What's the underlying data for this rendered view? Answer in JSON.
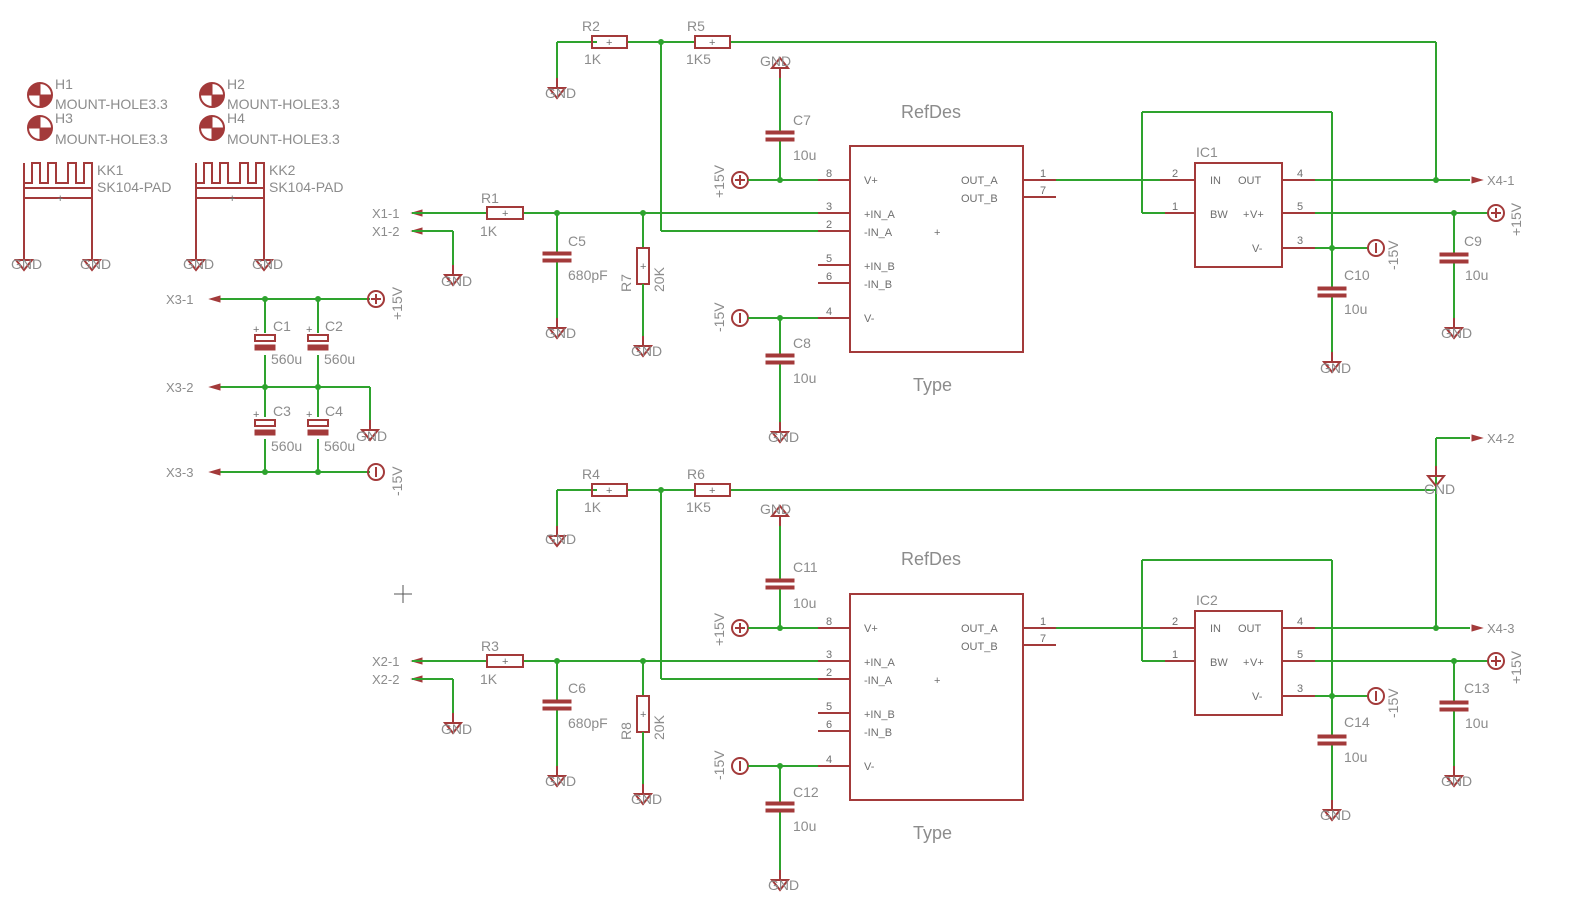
{
  "colors": {
    "wire": "#2ea32e",
    "symbol": "#a33a3a",
    "text": "#8c8c8c",
    "background": "#ffffff"
  },
  "labels": {
    "gnd": "GND",
    "p15": "+15V",
    "m15": "-15V",
    "refdes": "RefDes",
    "type": "Type"
  },
  "holes": [
    {
      "name": "H1",
      "value": "MOUNT-HOLE3.3"
    },
    {
      "name": "H2",
      "value": "MOUNT-HOLE3.3"
    },
    {
      "name": "H3",
      "value": "MOUNT-HOLE3.3"
    },
    {
      "name": "H4",
      "value": "MOUNT-HOLE3.3"
    }
  ],
  "heatsinks": [
    {
      "name": "KK1",
      "value": "SK104-PAD"
    },
    {
      "name": "KK2",
      "value": "SK104-PAD"
    }
  ],
  "supply": {
    "connectors": [
      "X3-1",
      "X3-2",
      "X3-3"
    ],
    "caps": [
      {
        "name": "C1",
        "value": "560u"
      },
      {
        "name": "C2",
        "value": "560u"
      },
      {
        "name": "C3",
        "value": "560u"
      },
      {
        "name": "C4",
        "value": "560u"
      }
    ]
  },
  "channels": [
    {
      "in_pos": "X1-1",
      "in_neg": "X1-2",
      "out_main": "X4-1",
      "out_extra": "",
      "r_in": {
        "name": "R1",
        "value": "1K"
      },
      "r_g1": {
        "name": "R2",
        "value": "1K"
      },
      "r_fb": {
        "name": "R5",
        "value": "1K5"
      },
      "r_pd": {
        "name": "R7",
        "value": "20K"
      },
      "c_in": {
        "name": "C5",
        "value": "680pF"
      },
      "c_vp": {
        "name": "C7",
        "value": "10u"
      },
      "c_vm": {
        "name": "C8",
        "value": "10u"
      },
      "c_op": {
        "name": "C9",
        "value": "10u"
      },
      "c_om": {
        "name": "C10",
        "value": "10u"
      },
      "ic": {
        "name": "IC1"
      }
    },
    {
      "in_pos": "X2-1",
      "in_neg": "X2-2",
      "out_main": "X4-3",
      "out_extra": "X4-2",
      "r_in": {
        "name": "R3",
        "value": "1K"
      },
      "r_g1": {
        "name": "R4",
        "value": "1K"
      },
      "r_fb": {
        "name": "R6",
        "value": "1K5"
      },
      "r_pd": {
        "name": "R8",
        "value": "20K"
      },
      "c_in": {
        "name": "C6",
        "value": "680pF"
      },
      "c_vp": {
        "name": "C11",
        "value": "10u"
      },
      "c_vm": {
        "name": "C12",
        "value": "10u"
      },
      "c_op": {
        "name": "C13",
        "value": "10u"
      },
      "c_om": {
        "name": "C14",
        "value": "10u"
      },
      "ic": {
        "name": "IC2"
      }
    }
  ],
  "opamp_pins": {
    "vplus": "V+",
    "in_a_p": "+IN_A",
    "in_a_m": "-IN_A",
    "in_b_p": "+IN_B",
    "in_b_m": "-IN_B",
    "vminus": "V-",
    "out_a": "OUT_A",
    "out_b": "OUT_B",
    "num_vp": "8",
    "num_inap": "3",
    "num_inam": "2",
    "num_inbp": "5",
    "num_inbm": "6",
    "num_vm": "4",
    "num_outa": "1",
    "num_outb": "7"
  },
  "buffer_pins": {
    "in": "IN",
    "out": "OUT",
    "bw": "BW",
    "vp": "V+",
    "vm": "V-",
    "num_in": "2",
    "num_bw": "1",
    "num_out": "4",
    "num_vp": "5",
    "num_vm": "3"
  }
}
